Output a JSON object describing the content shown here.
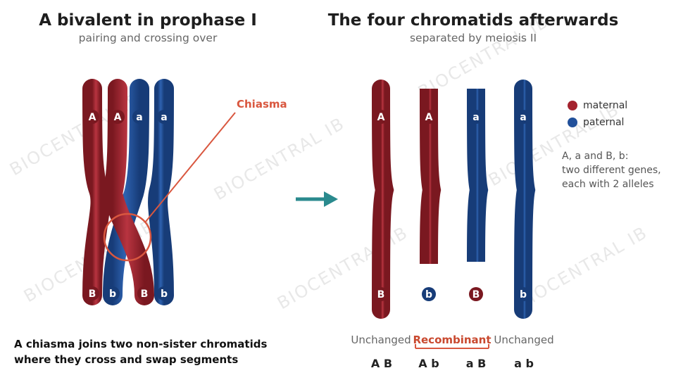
{
  "left": {
    "title": "A bivalent in prophase I",
    "subtitle": "pairing and crossing over",
    "chiasma_label": "Chiasma",
    "top_alleles": [
      "A",
      "A",
      "a",
      "a"
    ],
    "bottom_alleles": [
      "B",
      "b",
      "B",
      "b"
    ],
    "caption_line1": "A chiasma joins two non-sister chromatids",
    "caption_line2": "where they cross and swap segments"
  },
  "right": {
    "title": "The four chromatids afterwards",
    "subtitle": "separated by meiosis II",
    "chromatids": [
      {
        "top": "A",
        "bottom": "B",
        "combo": "A B"
      },
      {
        "top": "A",
        "bottom": "b",
        "combo": "A b"
      },
      {
        "top": "a",
        "bottom": "B",
        "combo": "a B"
      },
      {
        "top": "a",
        "bottom": "b",
        "combo": "a b"
      }
    ],
    "status_unchanged_left": "Unchanged",
    "status_recombinant": "Recombinant",
    "status_unchanged_right": "Unchanged"
  },
  "legend": {
    "maternal": "maternal",
    "paternal": "paternal",
    "maternal_color": "#a4232e",
    "paternal_color": "#21509a"
  },
  "note": {
    "line1": "A, a and B, b:",
    "line2": "two different genes,",
    "line3": "each with 2 alleles"
  },
  "watermark": "BIOCENTRAL IB",
  "colors": {
    "maternal": "#a4232e",
    "paternal": "#21509a",
    "arrow": "#2a8a8e",
    "accent": "#d9573f"
  }
}
